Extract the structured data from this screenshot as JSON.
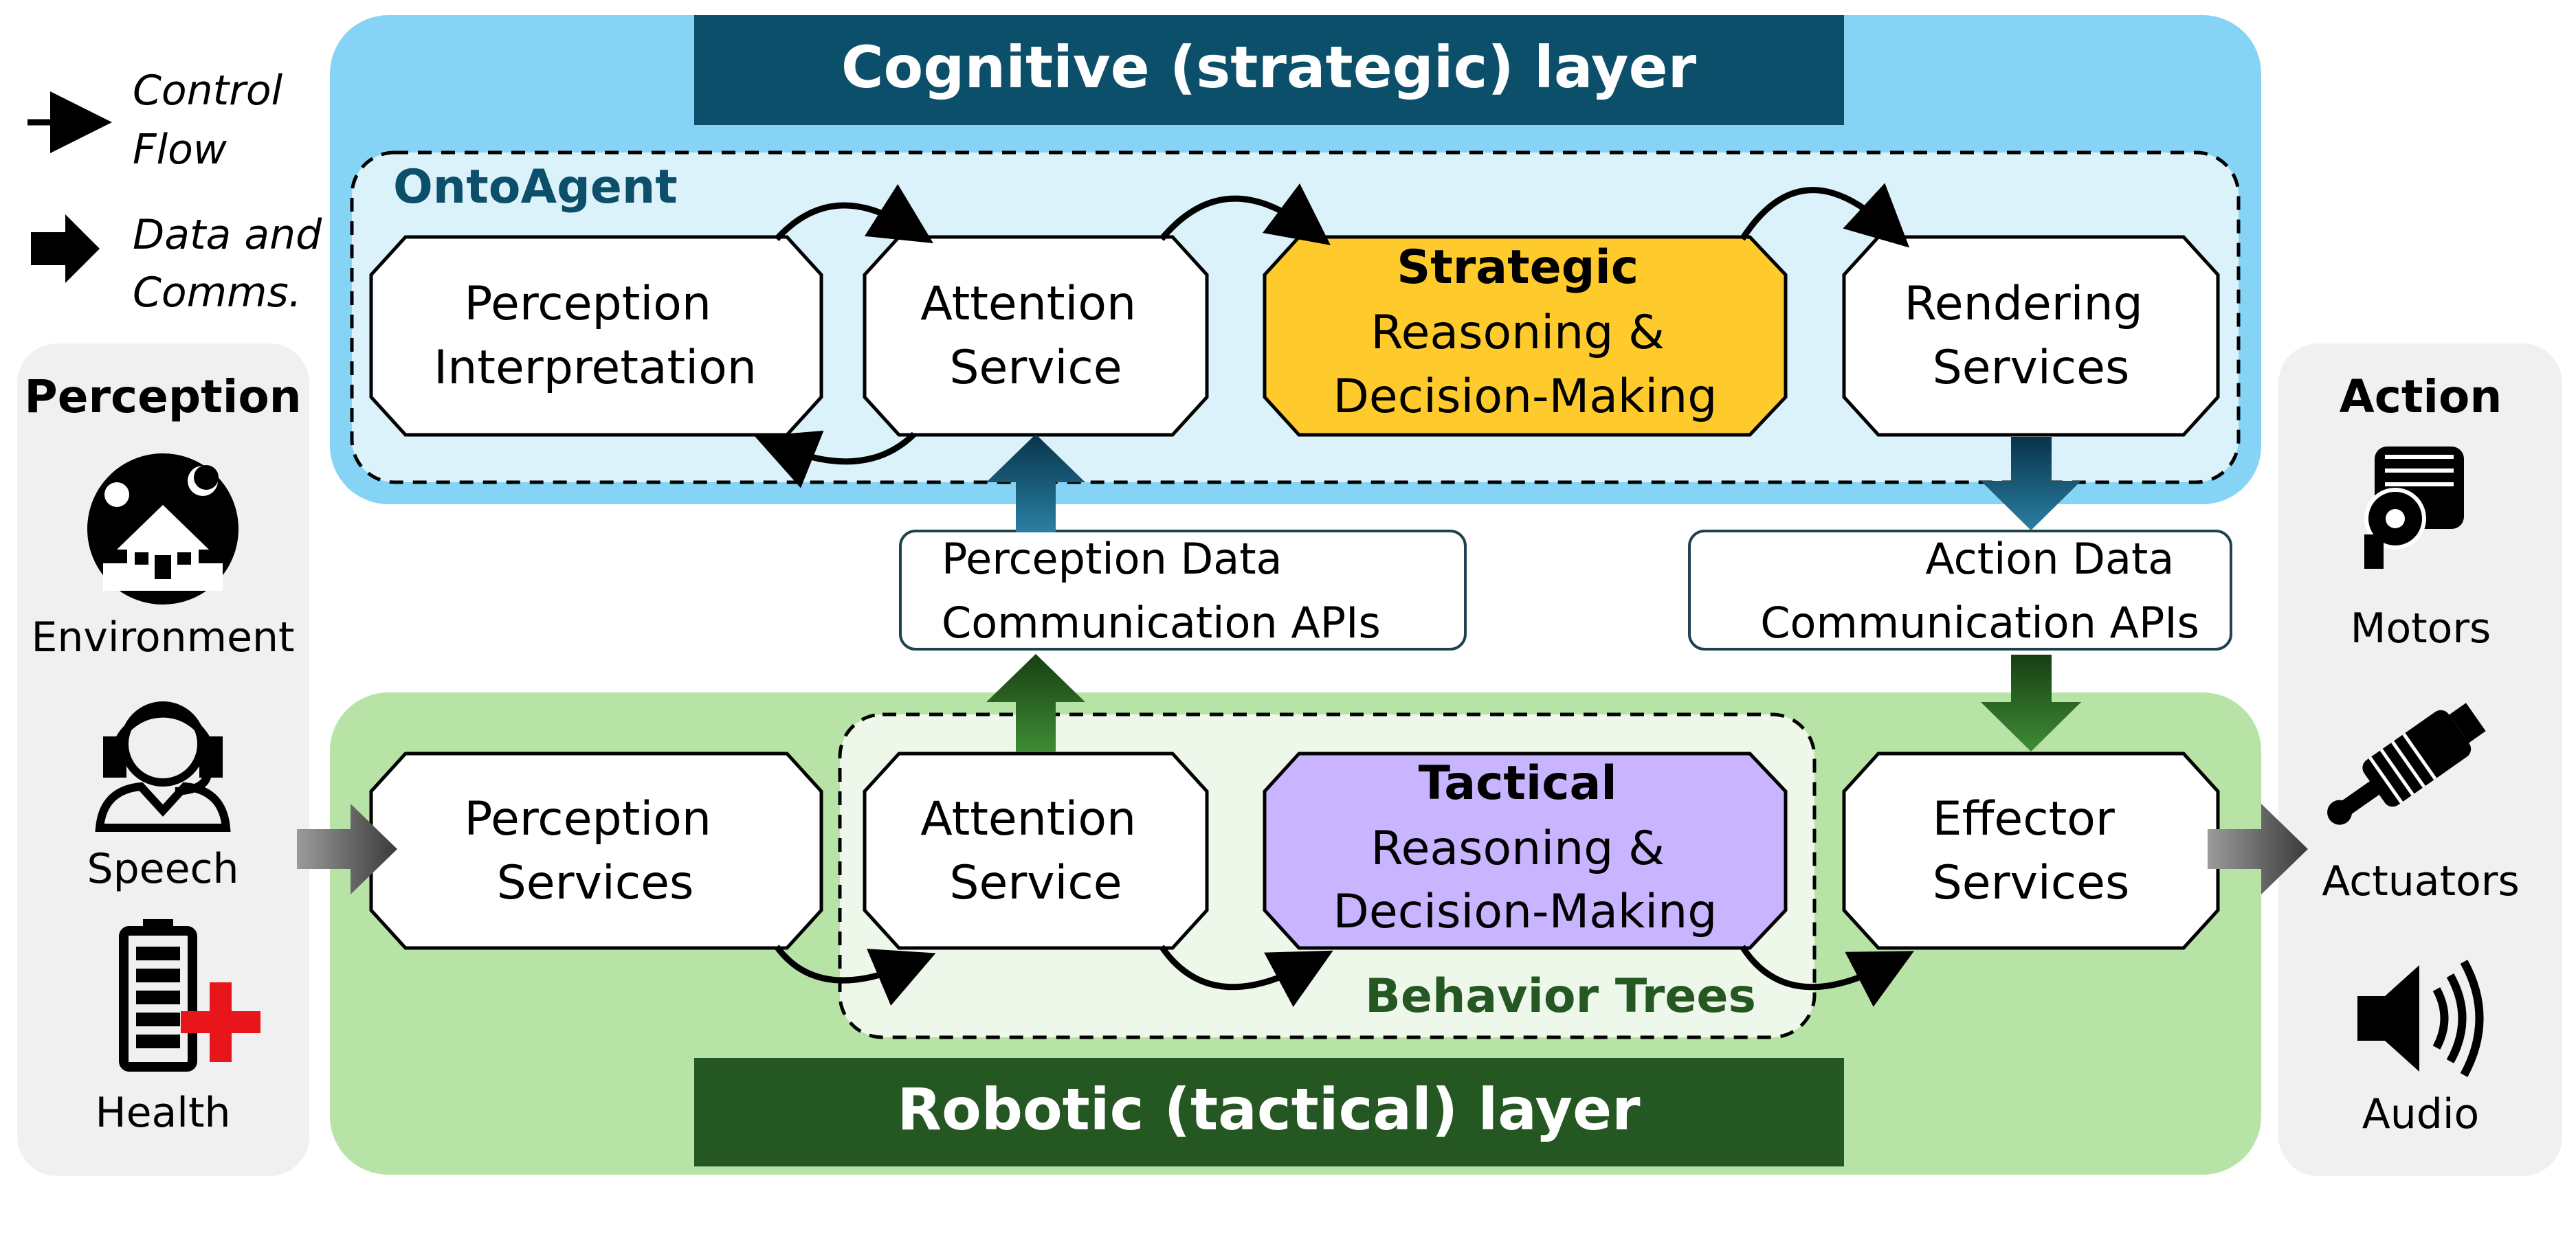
{
  "legend": {
    "control_flow_line1": "Control",
    "control_flow_line2": "Flow",
    "data_comms_line1": "Data and",
    "data_comms_line2": "Comms."
  },
  "perception_panel": {
    "title": "Perception",
    "environment": "Environment",
    "speech": "Speech",
    "health": "Health"
  },
  "action_panel": {
    "title": "Action",
    "motors": "Motors",
    "actuators": "Actuators",
    "audio": "Audio"
  },
  "cognitive_layer": {
    "title": "Cognitive (strategic) layer",
    "ontoagent": "OntoAgent",
    "perception_interpretation": [
      "Perception",
      "Interpretation"
    ],
    "attention_service": [
      "Attention",
      "Service"
    ],
    "strategic_bold": "Strategic",
    "strategic_rest": [
      "Reasoning &",
      "Decision-Making"
    ],
    "rendering_services": [
      "Rendering",
      "Services"
    ]
  },
  "apis": {
    "perception_data": [
      "Perception Data",
      "Communication APIs"
    ],
    "action_data": [
      "Action Data",
      "Communication APIs"
    ]
  },
  "robotic_layer": {
    "title": "Robotic (tactical) layer",
    "behavior_trees": "Behavior Trees",
    "perception_services": [
      "Perception",
      "Services"
    ],
    "attention_service": [
      "Attention",
      "Service"
    ],
    "tactical_bold": "Tactical",
    "tactical_rest": [
      "Reasoning &",
      "Decision-Making"
    ],
    "effector_services": [
      "Effector",
      "Services"
    ]
  },
  "colors": {
    "cognitive_bg": "#86d4f5",
    "cognitive_inner": "#dbf2fb",
    "cognitive_title_bg": "#0c4f6a",
    "strategic_fill": "#ffca2c",
    "robotic_bg": "#b8e3a6",
    "robotic_inner": "#eef8ea",
    "robotic_title_bg": "#255722",
    "tactical_fill": "#c8b4ff",
    "side_panel_bg": "#f0f0f0"
  }
}
